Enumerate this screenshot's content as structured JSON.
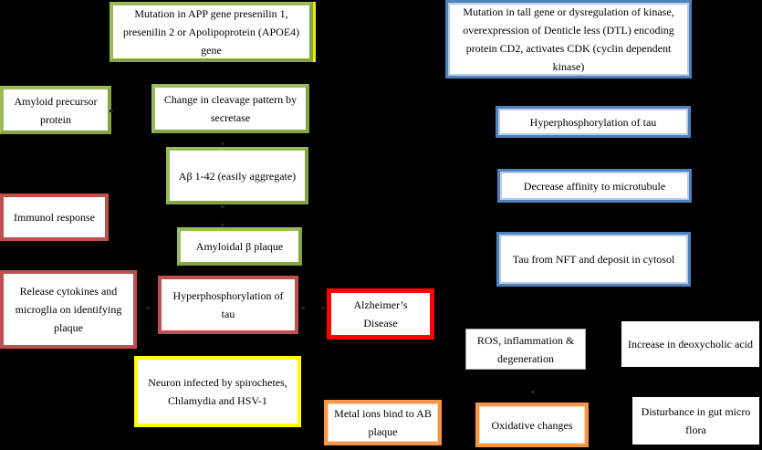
{
  "diagram": {
    "title": "Alzheimer's disease pathway flowchart",
    "background_color": "#000000",
    "palette": {
      "green_border": "#9BBB59",
      "blue_border": "#4F81BD",
      "blue_inner": "#B8CCE4",
      "dark_red_border": "#C0504D",
      "bright_red_border": "#FF0000",
      "yellow_border": "#FFFF00",
      "orange_border": "#F79646",
      "box_fill": "#FFFFFF",
      "text_color": "#000000"
    }
  },
  "nodes": {
    "app_gene_mutation": "Mutation in APP gene presenilin 1, presenilin 2 or Apolipoprotein (APOE4) gene",
    "tau_gene_mutation": "Mutation in tall gene or dysregulation of kinase, overexpression of Denticle less (DTL) encoding protein CD2, activates CDK (cyclin dependent kinase)",
    "amyloid_precursor": "Amyloid precursor protein",
    "cleavage_change": "Change in cleavage pattern by secretase",
    "tau_hyperphosphorylation_blue": "Hyperphosphorylation of tau",
    "abeta_aggregate": "Aβ 1-42 (easily aggregate)",
    "microtubule_affinity": "Decrease affinity to microtubule",
    "immunol_response": "Immunol response",
    "amyloidal_plaque": "Amyloidal β plaque",
    "tau_nft_deposit": "Tau from NFT and deposit in cytosol",
    "release_cytokines": "Release cytokines and microglia on identifying plaque",
    "tau_hyperphosphorylation_red": "Hyperphosphorylation of tau",
    "alzheimers_disease": "Alzheimer’s Disease",
    "ros_inflammation": "ROS, inflammation & degeneration",
    "deoxycholic_acid": "Increase in deoxycholic acid",
    "neuron_infected": "Neuron infected by spirochetes, Chlamydia and HSV-1",
    "metal_ions": "Metal ions bind to AB plaque",
    "oxidative_changes": "Oxidative changes",
    "gut_flora": "Disturbance in gut micro flora"
  }
}
